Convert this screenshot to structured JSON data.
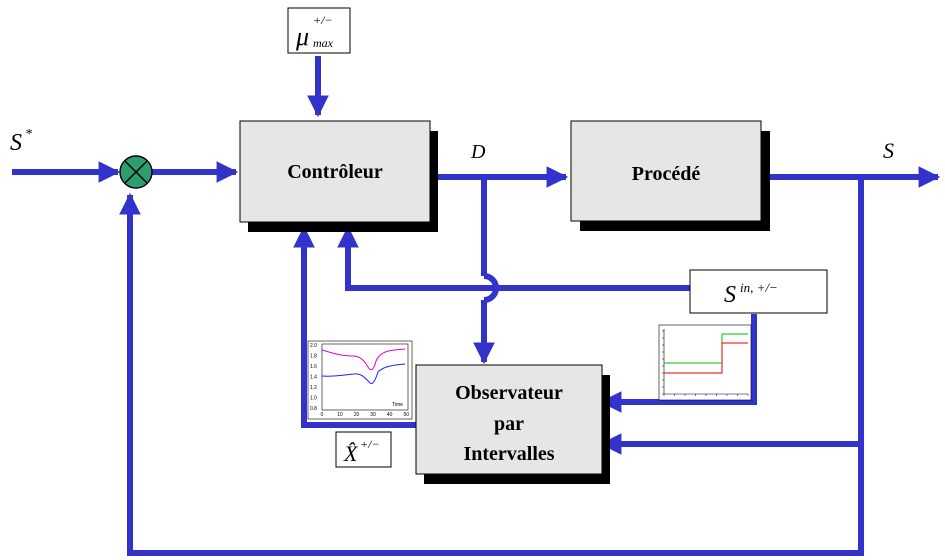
{
  "blocks": {
    "controller": "Contrôleur",
    "process": "Procédé",
    "observer_line1": "Observateur",
    "observer_line2": "par",
    "observer_line3": "Intervalles"
  },
  "signals": {
    "setpoint_base": "S",
    "setpoint_sup": "*",
    "dilution": "D",
    "output": "S",
    "mu_base": "μ",
    "mu_sup": "+/−",
    "mu_sub": "max",
    "sin_base": "S",
    "sin_sup": "in, +/−",
    "xhat_base": "X̂",
    "xhat_sup": "+/−"
  },
  "colors": {
    "wire": "#3333cc",
    "block_fill": "#e6e6e6",
    "block_shadow": "#000000",
    "summer_fill": "#2e9e6e",
    "plot_magenta": "#e000e0",
    "plot_blue": "#2020ff",
    "plot_green": "#00c000",
    "plot_red": "#e00000"
  },
  "estimate_plot": {
    "x_ticks": [
      "0",
      "10",
      "20",
      "30",
      "40",
      "50"
    ],
    "y_ticks": [
      "2.0",
      "1.8",
      "1.6",
      "1.4",
      "1.2",
      "1.0",
      "0.8"
    ],
    "x_label": "Time"
  }
}
